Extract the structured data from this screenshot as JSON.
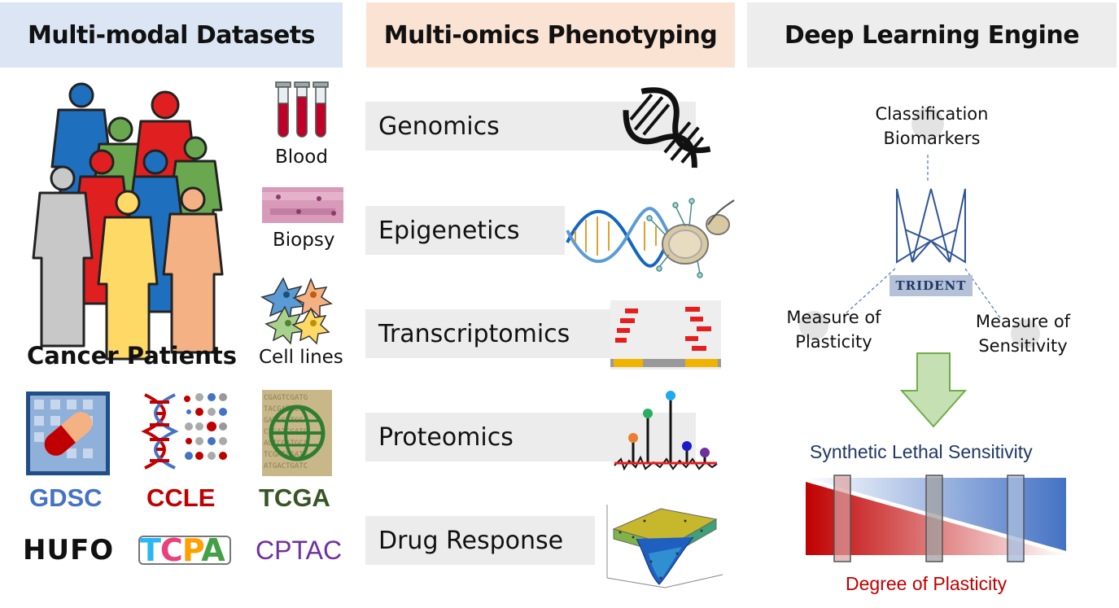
{
  "headers": {
    "datasets": "Multi-modal Datasets",
    "phenotyping": "Multi-omics Phenotyping",
    "engine": "Deep Learning Engine"
  },
  "samples": {
    "blood": "Blood",
    "biopsy": "Biopsy",
    "cell_lines": "Cell lines",
    "patients": "Cancer Patients"
  },
  "sources": {
    "gdsc": "GDSC",
    "ccle": "CCLE",
    "tcga": "TCGA",
    "hufo": "HUFO",
    "tcpa": "TCPA",
    "cptac": "CPTAC"
  },
  "omics": [
    "Genomics",
    "Epigenetics",
    "Transcriptomics",
    "Proteomics",
    "Drug Response"
  ],
  "engine": {
    "classification_line1": "Classification",
    "classification_line2": "Biomarkers",
    "trident": "TRIDENT",
    "plasticity_line1": "Measure of",
    "plasticity_line2": "Plasticity",
    "sensitivity_line1": "Measure of",
    "sensitivity_line2": "Sensitivity",
    "synthetic_lethal": "Synthetic Lethal Sensitivity",
    "degree_plasticity": "Degree of Plasticity"
  },
  "colors": {
    "header_datasets": "#dbe5f3",
    "header_phenotyping": "#fbe3d3",
    "header_engine": "#ededed",
    "gdsc": "#4472c4",
    "ccle": "#c00000",
    "tcga": "#375623",
    "cptac": "#7030a0",
    "synthetic_lethal": "#1f3864",
    "degree_plasticity": "#c00000"
  }
}
